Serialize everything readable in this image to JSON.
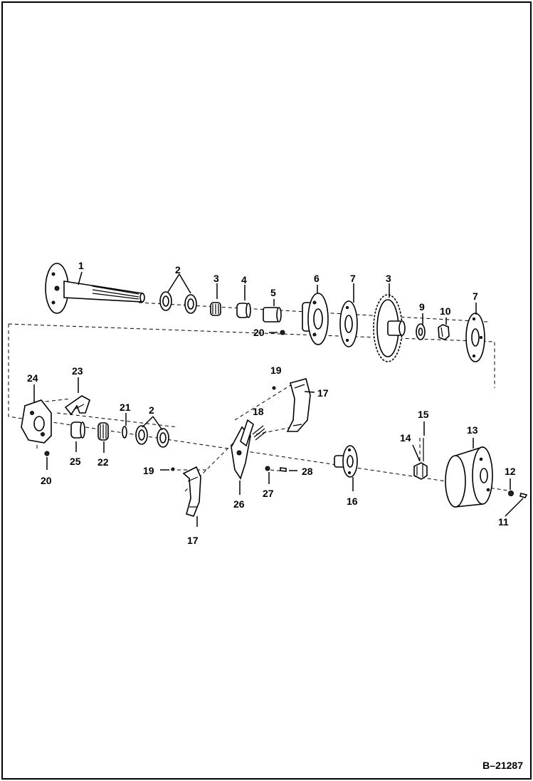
{
  "figure_ref": "B–21287",
  "callouts": {
    "c1": "1",
    "c2a": "2",
    "c3a": "3",
    "c4": "4",
    "c5": "5",
    "c6": "6",
    "c7a": "7",
    "c3b": "3",
    "c9": "9",
    "c10": "10",
    "c7b": "7",
    "c20a": "20",
    "c19a": "19",
    "c17a": "17",
    "c24": "24",
    "c23": "23",
    "c21": "21",
    "c2b": "2",
    "c25": "25",
    "c22": "22",
    "c20b": "20",
    "c19b": "19",
    "c18": "18",
    "c26": "26",
    "c27": "27",
    "c28": "28",
    "c17b": "17",
    "c16": "16",
    "c14": "14",
    "c15": "15",
    "c13": "13",
    "c12": "12",
    "c11": "11"
  }
}
